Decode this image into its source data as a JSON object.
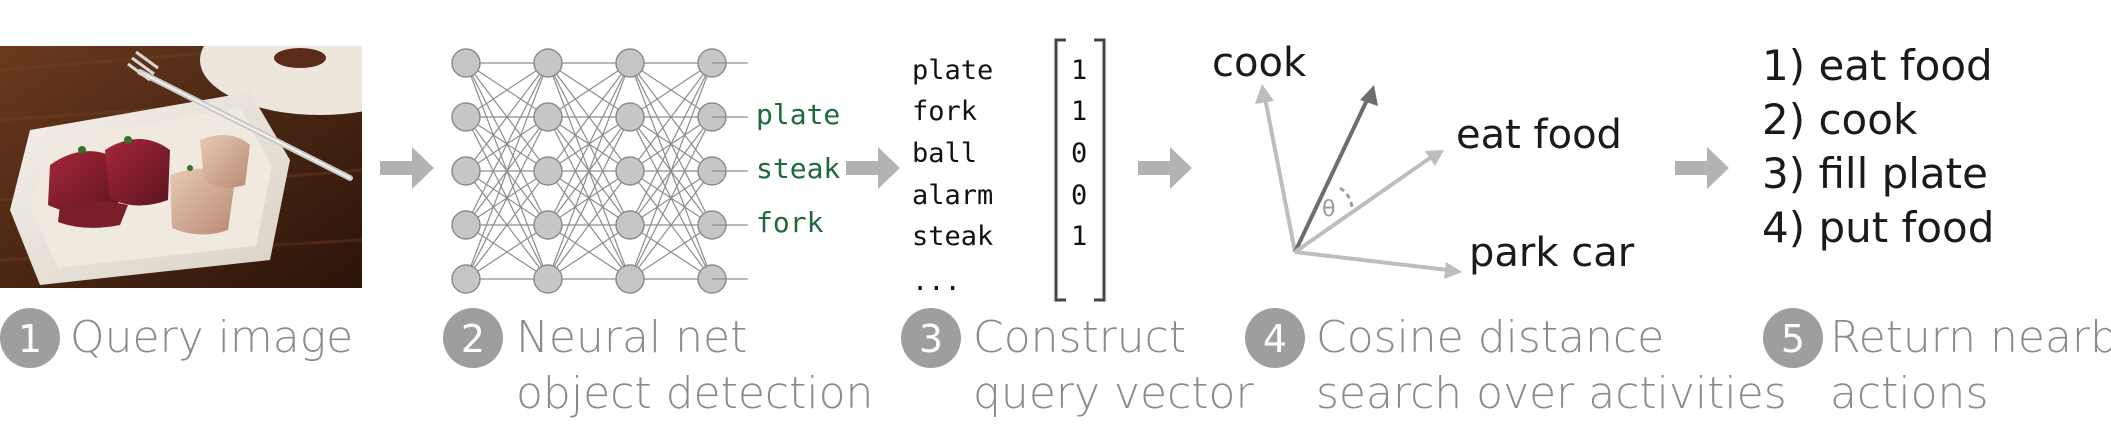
{
  "steps": [
    {
      "number": "1",
      "caption_line1": "Query image",
      "caption_line2": ""
    },
    {
      "number": "2",
      "caption_line1": "Neural net",
      "caption_line2": "object detection"
    },
    {
      "number": "3",
      "caption_line1": "Construct",
      "caption_line2": "query vector"
    },
    {
      "number": "4",
      "caption_line1": "Cosine distance",
      "caption_line2": "search over activities"
    },
    {
      "number": "5",
      "caption_line1": "Return nearby",
      "caption_line2": "actions"
    }
  ],
  "detections": [
    "plate",
    "steak",
    "fork"
  ],
  "query_vector": {
    "words": [
      "plate",
      "fork",
      "ball",
      "alarm",
      "steak",
      "..."
    ],
    "values": [
      "1",
      "1",
      "0",
      "0",
      "1"
    ]
  },
  "vectors": {
    "cook": "cook",
    "eat_food": "eat food",
    "park_car": "park car",
    "theta": "θ"
  },
  "results": [
    "1) eat food",
    "2) cook",
    "3) fill plate",
    "4) put food"
  ],
  "colors": {
    "node_fill": "#c6c6c6",
    "node_stroke": "#8c8c8c",
    "arrow": "#b3b3b3",
    "caption": "#8a8a8a",
    "badge": "#9e9e9e",
    "detection_label": "#1f6a3a"
  },
  "icons": {
    "photo": "plate-of-steak-with-fork-photo"
  }
}
